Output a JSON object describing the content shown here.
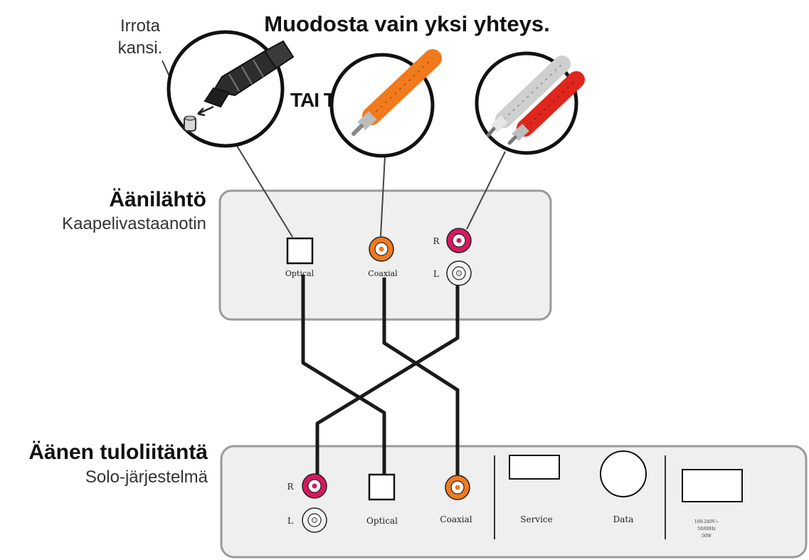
{
  "diagram": {
    "title": "Muodosta vain yksi yhteys.",
    "or_label": "TAI TAI",
    "remove_cap_note": [
      "Irrota",
      "kansi."
    ],
    "output_section": {
      "heading": "Äänilähtö",
      "subheading": "Kaapelivastaanotin",
      "ports": {
        "optical": "Optical",
        "coaxial": "Coaxial",
        "right": "R",
        "left": "L"
      }
    },
    "input_section": {
      "heading": "Äänen tuloliitäntä",
      "subheading": "Solo-järjestelmä",
      "ports": {
        "right": "R",
        "left": "L",
        "optical": "Optical",
        "coaxial": "Coaxial",
        "service": "Service",
        "data": "Data",
        "power": [
          "100-240V~",
          "50/60Hz",
          "50W"
        ]
      }
    },
    "colors": {
      "panel_fill": "#efefef",
      "panel_stroke": "#9a9a9a",
      "coaxial_orange": "#f07a1c",
      "rca_red": "#d8175f",
      "rca_white": "#f2f2f2",
      "cable": "#1a1a1a"
    },
    "icons": [
      "optical-plug-icon",
      "coaxial-plug-icon",
      "rca-plugs-icon",
      "dust-cap-icon"
    ]
  }
}
